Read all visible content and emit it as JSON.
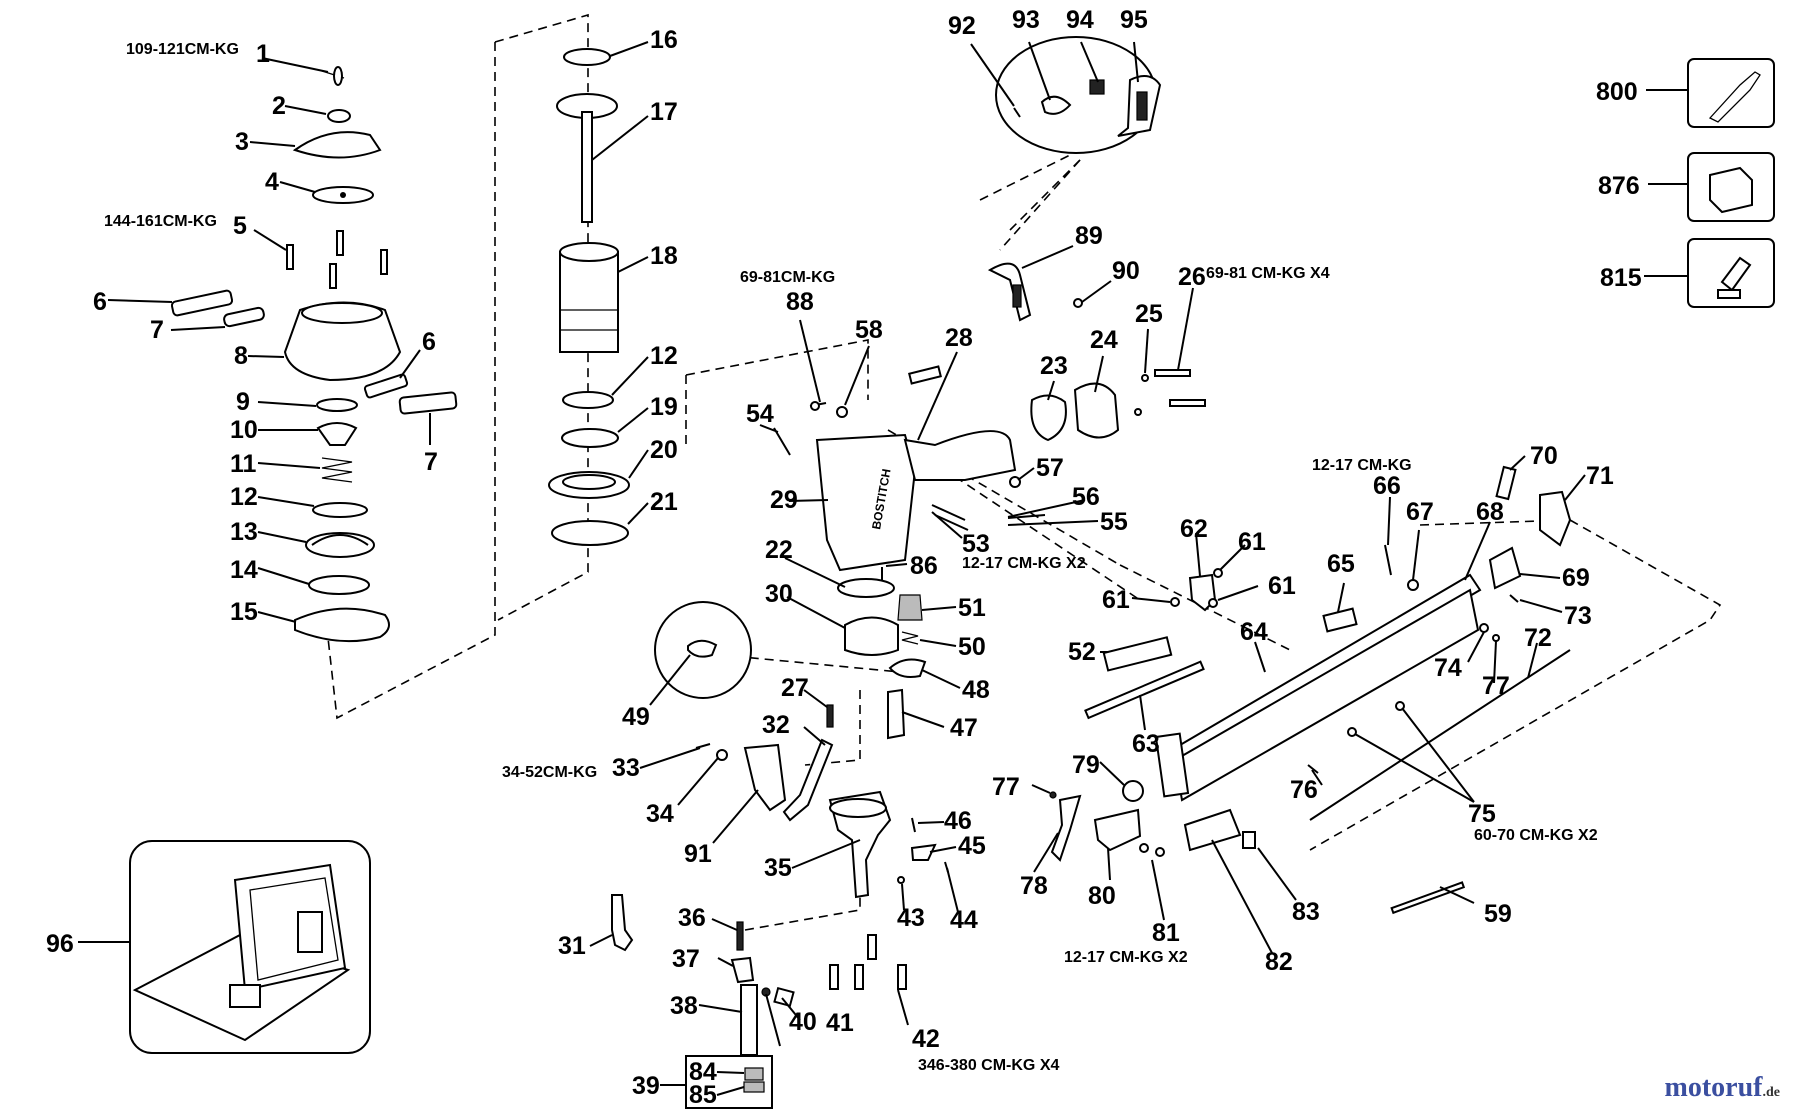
{
  "labels": {
    "p1": "1",
    "p2": "2",
    "p3": "3",
    "p4": "4",
    "p5": "5",
    "p6a": "6",
    "p6b": "6",
    "p7a": "7",
    "p7b": "7",
    "p8": "8",
    "p9": "9",
    "p10": "10",
    "p11": "11",
    "p12a": "12",
    "p12b": "12",
    "p13": "13",
    "p14": "14",
    "p15": "15",
    "p16": "16",
    "p17": "17",
    "p18": "18",
    "p19": "19",
    "p20": "20",
    "p21": "21",
    "p22": "22",
    "p23": "23",
    "p24": "24",
    "p25": "25",
    "p26": "26",
    "p27": "27",
    "p28": "28",
    "p29": "29",
    "p30": "30",
    "p31": "31",
    "p32": "32",
    "p33": "33",
    "p34": "34",
    "p35": "35",
    "p36": "36",
    "p37": "37",
    "p38": "38",
    "p39": "39",
    "p40": "40",
    "p41": "41",
    "p42": "42",
    "p43": "43",
    "p44": "44",
    "p45": "45",
    "p46": "46",
    "p47": "47",
    "p48": "48",
    "p49": "49",
    "p50": "50",
    "p51": "51",
    "p52": "52",
    "p53": "53",
    "p54": "54",
    "p55": "55",
    "p56": "56",
    "p57": "57",
    "p58": "58",
    "p59": "59",
    "p61a": "61",
    "p61b": "61",
    "p61c": "61",
    "p62": "62",
    "p63": "63",
    "p64": "64",
    "p65": "65",
    "p66": "66",
    "p67": "67",
    "p68": "68",
    "p69": "69",
    "p70": "70",
    "p71": "71",
    "p72": "72",
    "p73": "73",
    "p74": "74",
    "p75": "75",
    "p76": "76",
    "p77a": "77",
    "p77b": "77",
    "p78": "78",
    "p79": "79",
    "p80": "80",
    "p81": "81",
    "p82": "82",
    "p83": "83",
    "p84": "84",
    "p85": "85",
    "p86": "86",
    "p88": "88",
    "p89": "89",
    "p90": "90",
    "p91": "91",
    "p92": "92",
    "p93": "93",
    "p94": "94",
    "p95": "95",
    "p96": "96",
    "p800": "800",
    "p876": "876",
    "p815": "815"
  },
  "notes": {
    "n1": "109-121CM-KG",
    "n5": "144-161CM-KG",
    "n88": "69-81CM-KG",
    "n26": "69-81 CM-KG X4",
    "n53": "12-17 CM-KG X2",
    "n66": "12-17 CM-KG",
    "n75": "60-70 CM-KG X2",
    "n81": "12-17 CM-KG X2",
    "n33": "34-52CM-KG",
    "n42": "346-380 CM-KG X4"
  },
  "tool_brand": "BOSTITCH",
  "watermark": "motoruf",
  "watermark_suffix": ".de"
}
